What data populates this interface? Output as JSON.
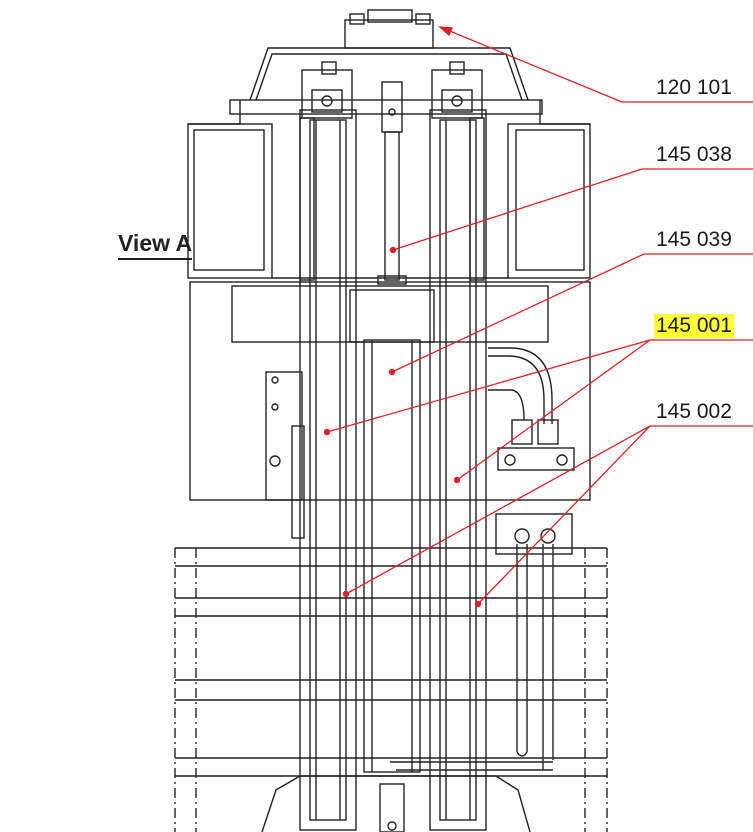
{
  "view_title": "View A",
  "callouts": [
    {
      "id": "c1",
      "label": "120 101",
      "highlighted": false
    },
    {
      "id": "c2",
      "label": "145 038",
      "highlighted": false
    },
    {
      "id": "c3",
      "label": "145 039",
      "highlighted": false
    },
    {
      "id": "c4",
      "label": "145 001",
      "highlighted": true
    },
    {
      "id": "c5",
      "label": "145 002",
      "highlighted": false
    }
  ],
  "colors": {
    "line": "#222222",
    "leader": "#e0202a",
    "highlight": "#ffff33",
    "background": "#ffffff"
  }
}
